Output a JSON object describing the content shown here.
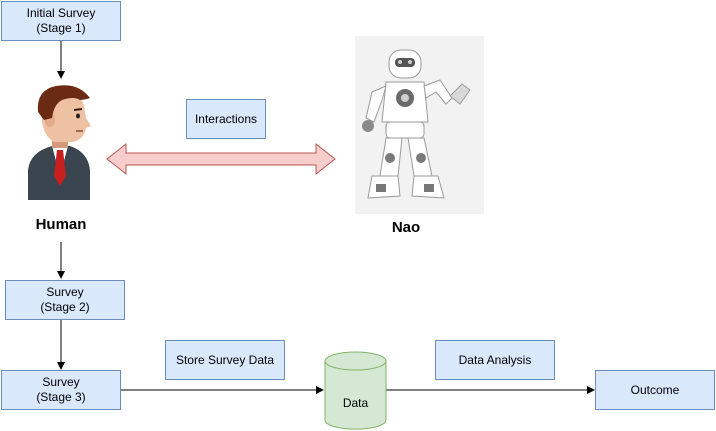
{
  "nodes": {
    "initial_survey": {
      "line1": "Initial Survey",
      "line2": "(Stage 1)"
    },
    "survey_stage2": {
      "line1": "Survey",
      "line2": "(Stage 2)"
    },
    "survey_stage3": {
      "line1": "Survey",
      "line2": "(Stage 3)"
    },
    "interactions": {
      "label": "Interactions"
    },
    "store_survey_data": {
      "label": "Store Survey Data"
    },
    "data_analysis": {
      "label": "Data Analysis"
    },
    "outcome": {
      "label": "Outcome"
    },
    "data": {
      "label": "Data"
    }
  },
  "actors": {
    "human": {
      "label": "Human",
      "icon": "human-figure-icon"
    },
    "nao": {
      "label": "Nao",
      "icon": "nao-robot-icon"
    }
  },
  "colors": {
    "box_fill": "#dae8fc",
    "box_stroke": "#6c8ebf",
    "db_fill": "#d5e8d4",
    "db_stroke": "#82b366",
    "arrow_fill": "#f8cecc",
    "arrow_stroke": "#b85450"
  }
}
